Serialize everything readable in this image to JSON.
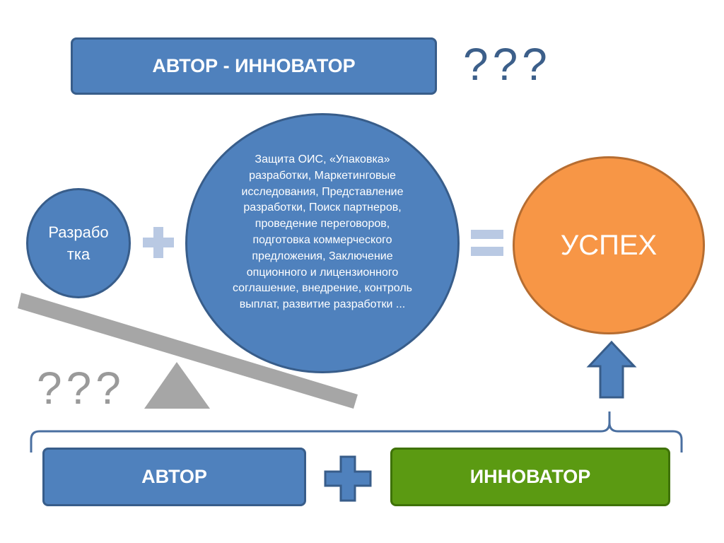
{
  "top_box": {
    "label": "АВТОР - ИННОВАТОР"
  },
  "top_question": {
    "text": "???"
  },
  "left_question": {
    "text": "???"
  },
  "small_circle": {
    "label": "Разрабо\nтка"
  },
  "big_circle": {
    "text": "Защита ОИС, «Упаковка» разработки, Маркетинговые исследования, Представление разработки, Поиск партнеров, проведение переговоров, подготовка коммерческого предложения, Заключение опционного и лицензионного соглашение, внедрение, контроль выплат, развитие разработки ..."
  },
  "success_circle": {
    "label": "УСПЕХ"
  },
  "bottom_left_box": {
    "label": "АВТОР"
  },
  "bottom_right_box": {
    "label": "ИННОВАТОР"
  },
  "colors": {
    "blue": "#4f81bd",
    "blue_border": "#385d8a",
    "light_blue": "#b9c9e3",
    "orange": "#f79646",
    "green": "#5b9a12",
    "gray": "#a6a6a6",
    "top_question": "#3c5f8a",
    "left_question": "#9a9a9a"
  }
}
